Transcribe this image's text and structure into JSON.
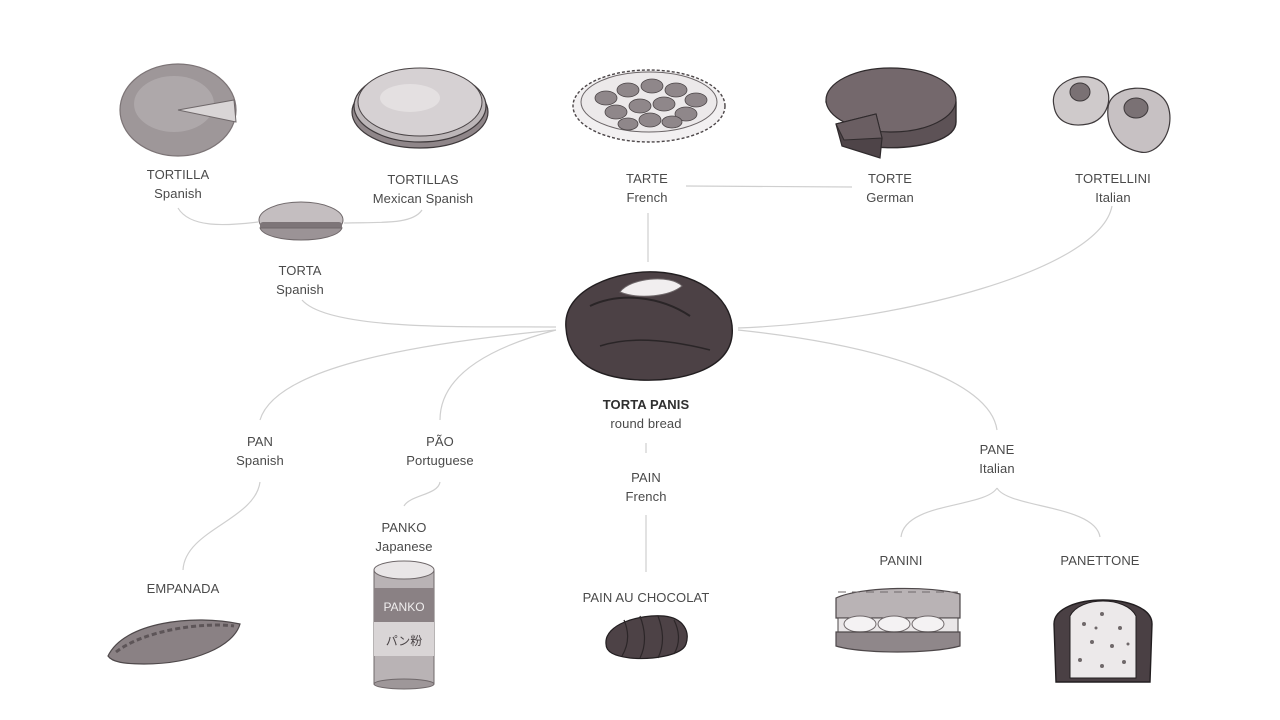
{
  "root": {
    "word": "TORTA PANIS",
    "language": "round bread"
  },
  "nodes": {
    "tortilla": {
      "word": "TORTILLA",
      "language": "Spanish"
    },
    "tortillas": {
      "word": "TORTILLAS",
      "language": "Mexican Spanish"
    },
    "tarte": {
      "word": "TARTE",
      "language": "French"
    },
    "torte": {
      "word": "TORTE",
      "language": "German"
    },
    "tortellini": {
      "word": "TORTELLINI",
      "language": "Italian"
    },
    "torta": {
      "word": "TORTA",
      "language": "Spanish"
    },
    "pan": {
      "word": "PAN",
      "language": "Spanish"
    },
    "pao": {
      "word": "PÃO",
      "language": "Portuguese"
    },
    "pain": {
      "word": "PAIN",
      "language": "French"
    },
    "pane": {
      "word": "PANE",
      "language": "Italian"
    },
    "panko": {
      "word": "PANKO",
      "language": "Japanese"
    },
    "empanada": {
      "word": "EMPANADA"
    },
    "pain_au_chocolat": {
      "word": "PAIN AU CHOCOLAT"
    },
    "panini": {
      "word": "PANINI"
    },
    "panettone": {
      "word": "PANETTONE"
    }
  },
  "panko_can": {
    "label_latin": "PANKO",
    "label_japanese": "パン粉"
  },
  "colors": {
    "line": "#cfcfcf",
    "text": "#4a4a4a",
    "food_dark": "#4a3c42",
    "food_mid": "#8e8589",
    "food_light": "#c9c4c6"
  }
}
